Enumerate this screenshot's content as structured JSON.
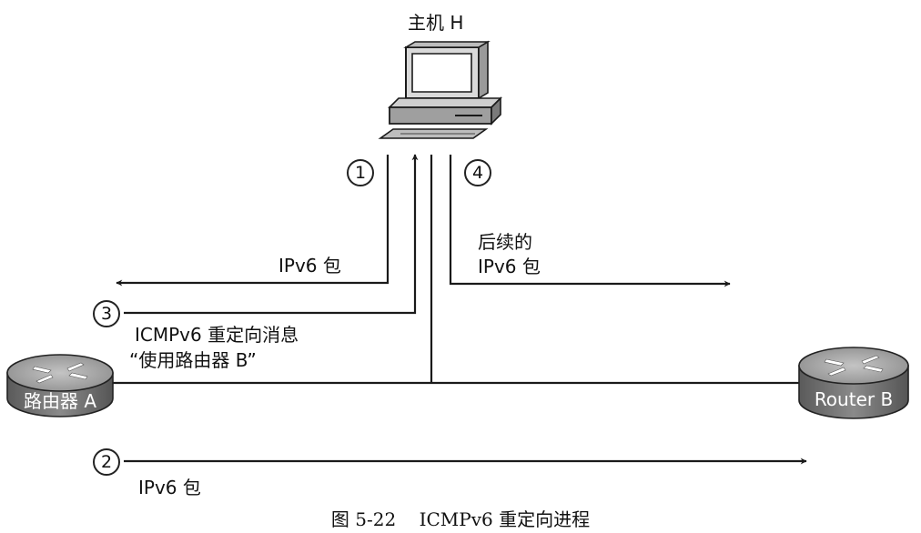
{
  "host": {
    "label": "主机 H",
    "icon": "desktop-computer-icon"
  },
  "router_a": {
    "label": "路由器 A",
    "icon": "router-icon"
  },
  "router_b": {
    "label": "Router B",
    "icon": "router-icon"
  },
  "steps": {
    "s1": "1",
    "s2": "2",
    "s3": "3",
    "s4": "4"
  },
  "messages": {
    "packet_to_router_a": "IPv6 包",
    "packet_forwarded": "IPv6 包",
    "redirect_line1": "ICMPv6 重定向消息",
    "redirect_line2": "“使用路由器 B”",
    "subsequent_line1": "后续的",
    "subsequent_line2": "IPv6 包"
  },
  "caption": "图 5-22    ICMPv6 重定向进程",
  "colors": {
    "router_body": "#6f6f6f",
    "router_top": "#a8a8a8",
    "line": "#1a1a1a",
    "background": "#ffffff"
  }
}
